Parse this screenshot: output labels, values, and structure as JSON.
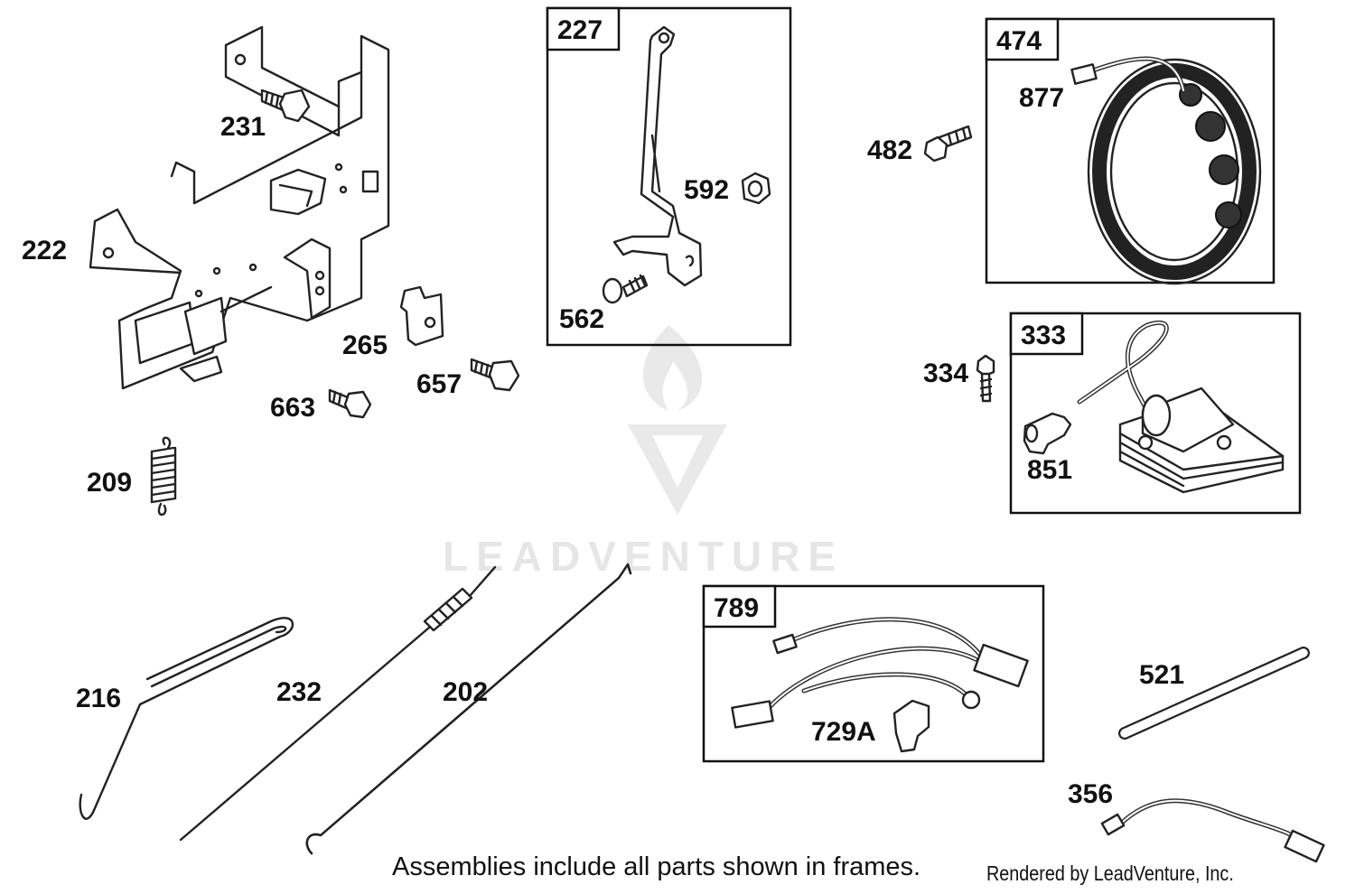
{
  "watermark": {
    "brand": "LEADVENTURE"
  },
  "frames": [
    {
      "id": "227"
    },
    {
      "id": "474"
    },
    {
      "id": "333"
    },
    {
      "id": "789"
    }
  ],
  "parts": [
    {
      "id": "231"
    },
    {
      "id": "222"
    },
    {
      "id": "265"
    },
    {
      "id": "657"
    },
    {
      "id": "663"
    },
    {
      "id": "209"
    },
    {
      "id": "592"
    },
    {
      "id": "562"
    },
    {
      "id": "482"
    },
    {
      "id": "877"
    },
    {
      "id": "334"
    },
    {
      "id": "851"
    },
    {
      "id": "216"
    },
    {
      "id": "232"
    },
    {
      "id": "202"
    },
    {
      "id": "729A"
    },
    {
      "id": "521"
    },
    {
      "id": "356"
    }
  ],
  "footer": {
    "note": "Assemblies include all parts shown in frames.",
    "credit": "Rendered by LeadVenture, Inc."
  }
}
